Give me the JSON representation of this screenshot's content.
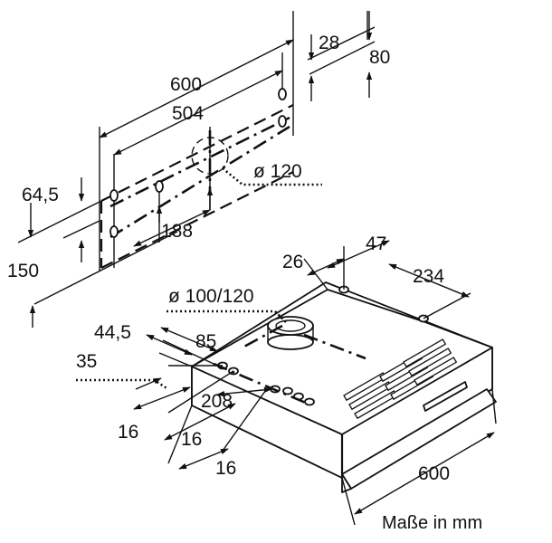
{
  "wall_plan": {
    "width_label": "600",
    "hole_spacing_label": "504",
    "top_offset_label": "28",
    "right_height_label": "80",
    "left_offset_label": "64,5",
    "left_height_label": "150",
    "center_offset_label": "188",
    "duct_diameter_label": "ø 120"
  },
  "hood": {
    "top_depth_label": "47",
    "back_offset_label": "26",
    "side_offset_label": "234",
    "duct_diameter_label": "ø 100/120",
    "front_depth_label": "44,5",
    "hole_row_label": "85",
    "edge_label": "35",
    "hole_span_label": "208",
    "spacing_a_label": "16",
    "spacing_b_label": "16",
    "spacing_c_label": "16",
    "width_label": "600"
  },
  "caption": "Maße in mm"
}
